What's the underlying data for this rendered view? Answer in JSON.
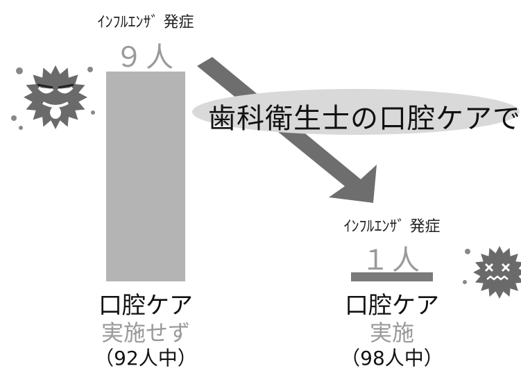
{
  "chart_data": {
    "type": "bar",
    "categories": [
      "口腔ケア実施せず",
      "口腔ケア実施"
    ],
    "values": [
      9,
      1
    ],
    "ylim": [
      0,
      9
    ],
    "grid": false,
    "bars": [
      {
        "label_top": "ｲﾝﾌﾙｴﾝｻﾞ 発症",
        "count_text": "９人",
        "category_line1": "口腔ケア",
        "category_line2": "実施せず",
        "n_text": "（92人中）"
      },
      {
        "label_top": "ｲﾝﾌﾙｴﾝｻﾞ 発症",
        "count_text": "１人",
        "category_line1": "口腔ケア",
        "category_line2": "実施",
        "n_text": "（98人中）"
      }
    ],
    "annotation": "歯科衛生士の口腔ケアで"
  },
  "colors": {
    "bar": "#b4b4b4",
    "bar_small": "#7a7a7a",
    "arrow": "#6e6e6e",
    "bubble": "#d9d9d9",
    "virus": "#6a6a6a"
  },
  "icons": [
    "virus-tongue-icon",
    "virus-dizzy-icon"
  ]
}
